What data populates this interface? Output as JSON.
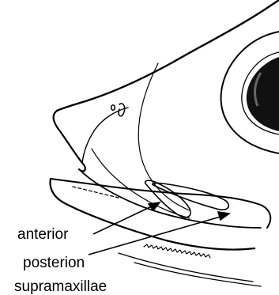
{
  "labels": {
    "anterior": "anterior",
    "posterion": "posterion",
    "supramaxillae": "supramaxillae"
  },
  "colors": {
    "ink": "#000000",
    "background": "#ffffff"
  }
}
